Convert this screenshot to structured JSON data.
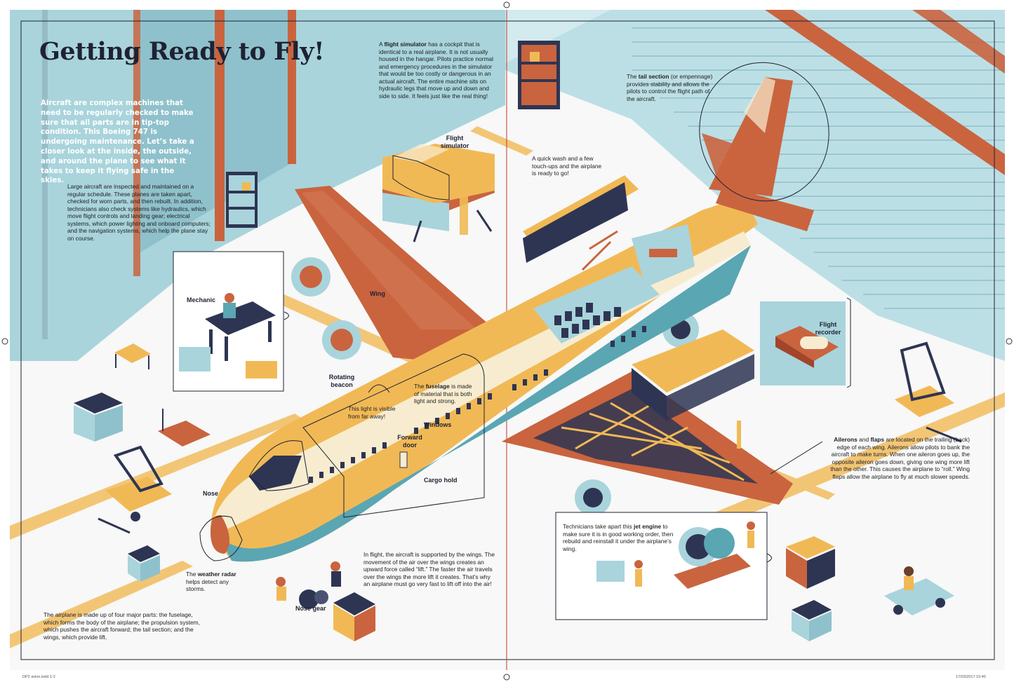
{
  "title": "Getting Ready to Fly!",
  "intro": "Aircraft are complex machines that need to be regularly checked to make sure that all parts are in tip-top condition. This Boeing 747 is undergoing maintenance. Let’s take a closer look at the inside, the outside, and around the plane to see what it takes to keep it flying safe in the skies.",
  "maintenance_text": "Large aircraft are inspected and maintained on a regular schedule. These planes are taken apart, checked for worn parts, and then rebuilt. In addition, technicians also check systems like hydraulics, which move flight controls and landing gear; electrical systems, which power lighting and onboard computers; and the navigation systems, which help the plane stay on course.",
  "flight_simulator_text": {
    "lead": "A ",
    "term": "flight simulator",
    "body": " has a cockpit that is identical to a real airplane. It is not usually housed in the hangar. Pilots practice normal and emergency procedures in the simulator that would be too costly or dangerous in an actual aircraft. The entire machine sits on hydraulic legs that move up and down and side to side. It feels just like the real thing!"
  },
  "tail_text": {
    "lead": "The ",
    "term": "tail section",
    "body": " (or empennage) provides stability and allows the pilots to control the flight path of the aircraft."
  },
  "wash_text": "A quick wash and a few touch-ups and the airplane is ready to go!",
  "fuselage_text": {
    "lead": "The ",
    "term": "fuselage",
    "body": " is made of material that is both light and strong."
  },
  "beacon_text": "This light is visible from far away!",
  "ailerons_text": {
    "term1": "Ailerons",
    "mid": " and ",
    "term2": "flaps",
    "body": " are located on the trailing (back) edge of each wing. Ailerons allow pilots to bank the aircraft to make turns. When one aileron goes up, the opposite aileron goes down, giving one wing more lift than the other. This causes the airplane to “roll.” Wing flaps allow the airplane to fly at much slower speeds."
  },
  "jet_engine_text": {
    "lead": "Technicians take apart this ",
    "term": "jet engine",
    "body": " to make sure it is in good working order, then rebuild and reinstall it under the airplane’s wing."
  },
  "lift_text": "In flight, the aircraft is supported by the wings. The movement of the air over the wings creates an upward force called “lift.” The faster the air travels over the wings the more lift it creates. That’s why an airplane must go very fast to lift off into the air!",
  "radar_text": {
    "lead": "The ",
    "term": "weather radar",
    "body": " helps detect any storms."
  },
  "parts_text": "The airplane is made up of four major parts: the fuselage, which forms the body of the airplane; the propulsion system, which pushes the aircraft forward; the tail section; and the wings, which provide lift.",
  "labels": {
    "flight_simulator": "Flight simulator",
    "mechanic": "Mechanic",
    "wing": "Wing",
    "rotating_beacon": "Rotating beacon",
    "windows": "Windows",
    "forward_door": "Forward door",
    "cargo_hold": "Cargo hold",
    "nose": "Nose",
    "nose_gear": "Nose gear",
    "flight_recorder": "Flight recorder"
  },
  "footer": {
    "file": "DP2 avion.indd   1-2",
    "timestamp": "17/03/2017   15:40"
  },
  "colors": {
    "sky_blue": "#a9d4dc",
    "steel_blue": "#8fc1cc",
    "navy": "#2e3553",
    "rust": "#c9643f",
    "mustard": "#f1b955",
    "cream": "#f8ecd0",
    "floor": "#f7f8f7"
  }
}
